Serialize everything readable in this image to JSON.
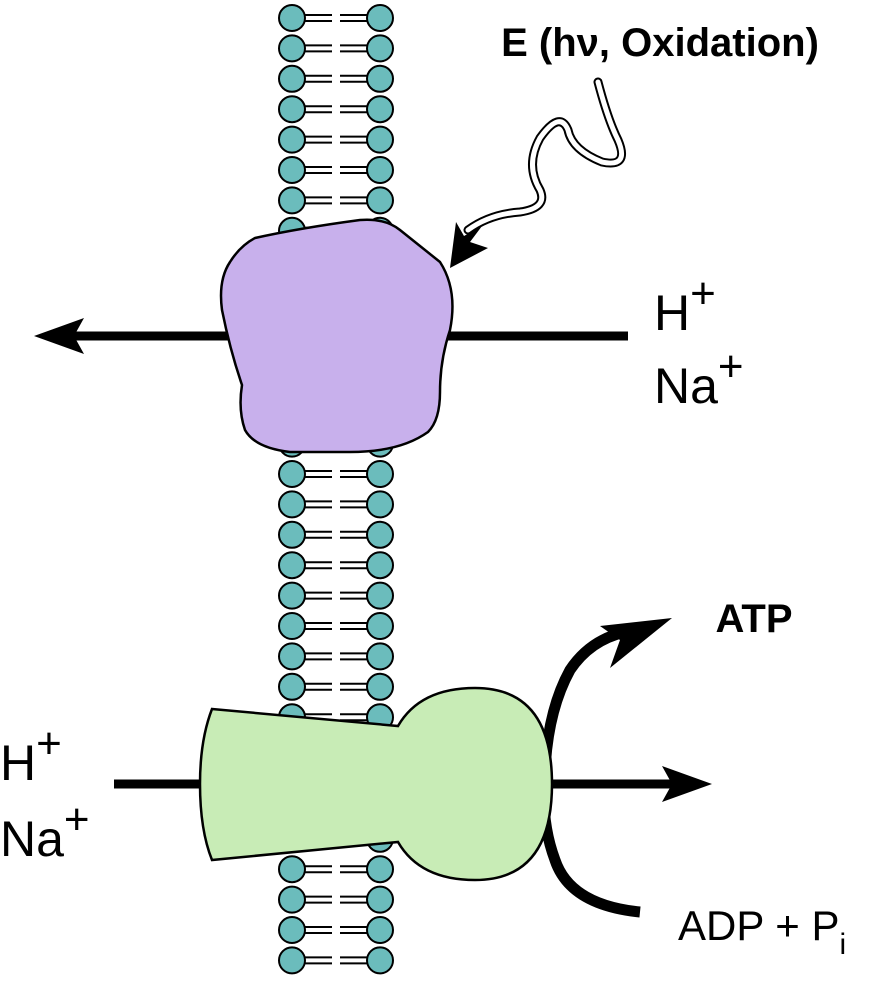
{
  "energy_label": "E (hν, Oxidation)",
  "atp_label": "ATP",
  "adp_label": "ADP + P",
  "adp_subscript": "i",
  "ions_right": {
    "h": "H",
    "h_charge": "+",
    "na": "Na",
    "na_charge": "+"
  },
  "ions_left": {
    "h": "H",
    "h_charge": "+",
    "na": "Na",
    "na_charge": "+"
  },
  "colors": {
    "lipid_head": "#6bbcbc",
    "pump": "#c8b0ec",
    "atp_synthase": "#c8ecb6",
    "outline": "#000000"
  }
}
